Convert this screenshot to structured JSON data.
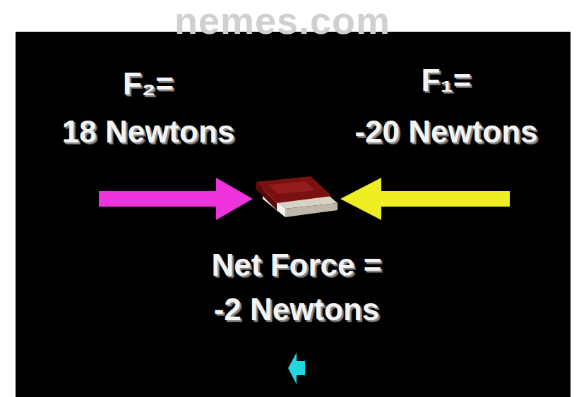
{
  "diagram": {
    "labels": [
      "nemes.com",
      "F₂=",
      "18 Newtons",
      "F₁=",
      "-20 Newtons",
      "Net Force =",
      "-2 Newtons"
    ]
  }
}
